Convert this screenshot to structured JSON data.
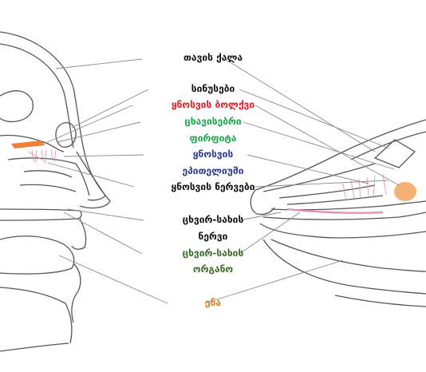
{
  "labels": [
    {
      "text": "თავის ქალა",
      "color": "#111111"
    },
    {
      "text": "სინუსები",
      "color": "#111111"
    },
    {
      "text": "ყნოსვის ბოლქვი",
      "color": "#e31b23"
    },
    {
      "text": "ცხავისებრი",
      "color": "#1aa64a"
    },
    {
      "text": "ფირფიტა",
      "color": "#1aa64a"
    },
    {
      "text": "ყნოსვის",
      "color": "#2e3a8c"
    },
    {
      "text": "ეპითელიუმი",
      "color": "#2e3a8c"
    },
    {
      "text": "ყნოსვის ნერვები",
      "color": "#111111"
    },
    {
      "text": "ცხვირ-სახის",
      "color": "#111111"
    },
    {
      "text": "ნერვი",
      "color": "#111111"
    },
    {
      "text": "ცხვირ-სახის",
      "color": "#3b6b2a"
    },
    {
      "text": "ორგანო",
      "color": "#3b6b2a"
    },
    {
      "text": "ენა",
      "color": "#e07a1f"
    }
  ],
  "colors": {
    "line": "#8a8a8a",
    "sketch": "#555555",
    "bulb": "#f07f3c",
    "epithelium": "#e88ab6",
    "dog_bulb": "#f2a35e"
  }
}
